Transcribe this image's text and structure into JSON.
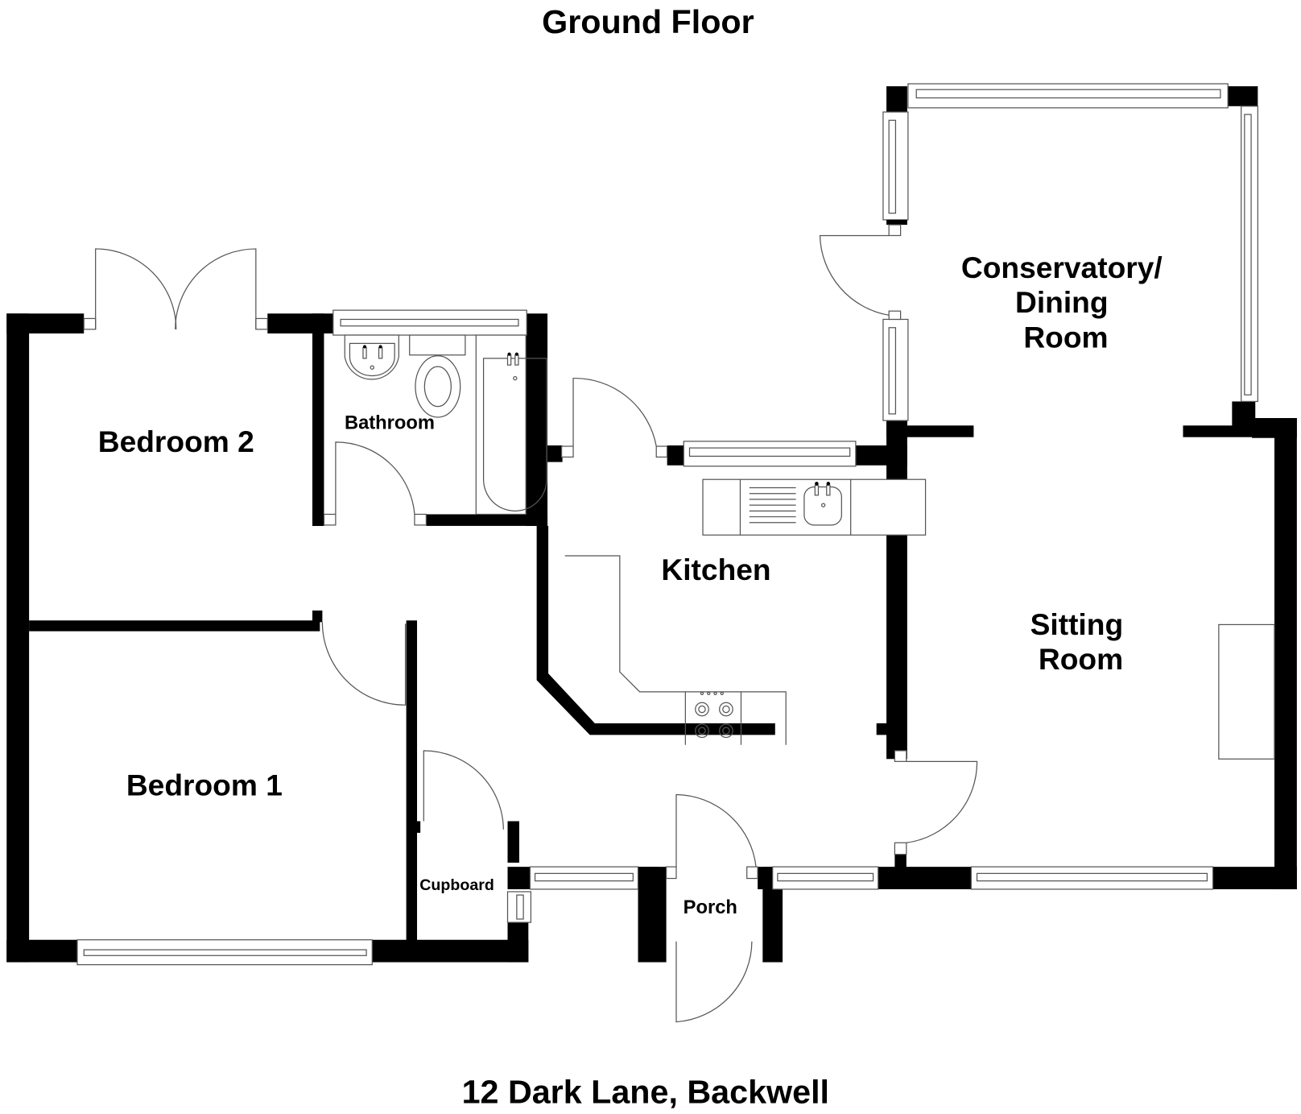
{
  "floorplan": {
    "title": "Ground Floor",
    "address": "12 Dark Lane, Backwell",
    "rooms": {
      "conservatory": [
        "Conservatory/",
        "Dining",
        "Room"
      ],
      "sitting_room": [
        "Sitting",
        "Room"
      ],
      "kitchen": "Kitchen",
      "bedroom1": "Bedroom 1",
      "bedroom2": "Bedroom 2",
      "bathroom": "Bathroom",
      "cupboard": "Cupboard",
      "porch": "Porch"
    },
    "colors": {
      "wall": "#000000",
      "fixture_line": "#555555",
      "background": "#ffffff"
    }
  }
}
